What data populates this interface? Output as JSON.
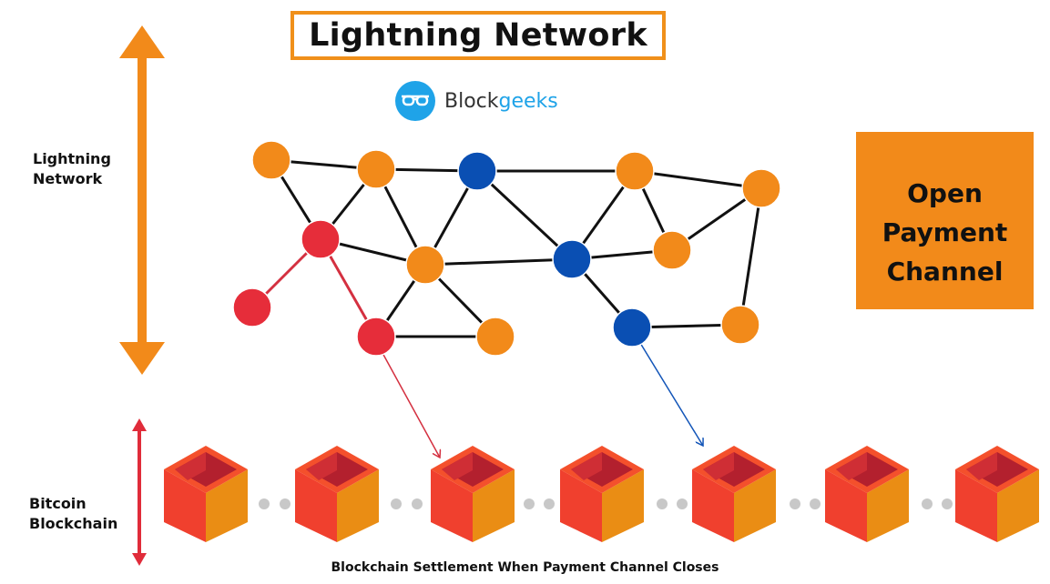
{
  "title": "Lightning Network",
  "logo": {
    "part1": "Block",
    "part2": "geeks",
    "icon": "glasses-icon"
  },
  "left_labels": {
    "lightning_line1": "Lightning",
    "lightning_line2": "Network",
    "bitcoin_line1": "Bitcoin",
    "bitcoin_line2": "Blockchain"
  },
  "channel_box": {
    "line1": "Open",
    "line2": "Payment",
    "line3": "Channel"
  },
  "footer": "Blockchain Settlement When Payment Channel Closes",
  "colors": {
    "orange": "#f28a1a",
    "blue": "#0a4fb3",
    "red": "#e62d3a",
    "cube_front": "#f0402e",
    "cube_side": "#ea8d14",
    "dot": "#c8c8c8"
  }
}
